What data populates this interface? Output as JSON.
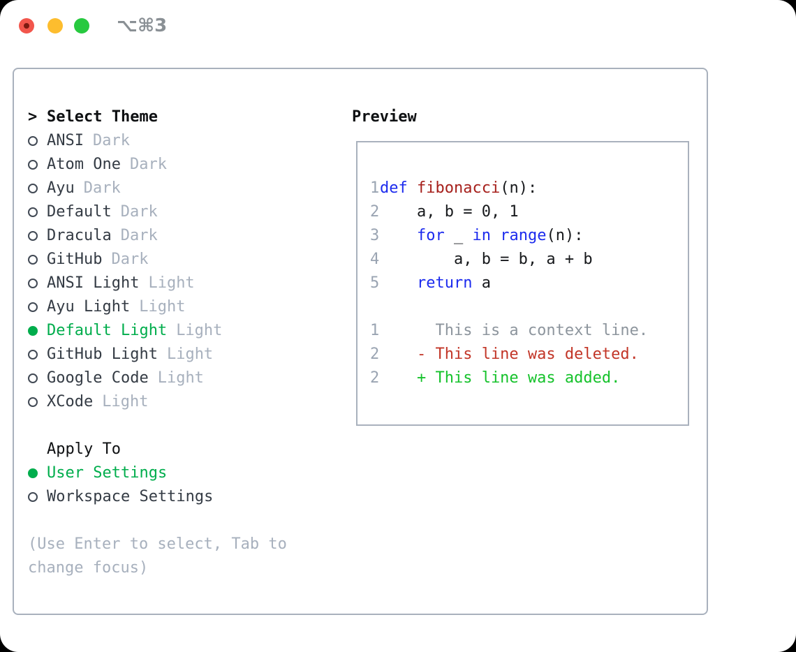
{
  "window": {
    "title": "⌥⌘3",
    "traffic_lights": [
      "close",
      "minimize",
      "zoom"
    ]
  },
  "sidebar": {
    "header": {
      "prompt": ">",
      "label": "Select Theme"
    },
    "themes": [
      {
        "name": "ANSI",
        "tag": "Dark",
        "selected": false
      },
      {
        "name": "Atom One",
        "tag": "Dark",
        "selected": false
      },
      {
        "name": "Ayu",
        "tag": "Dark",
        "selected": false
      },
      {
        "name": "Default",
        "tag": "Dark",
        "selected": false
      },
      {
        "name": "Dracula",
        "tag": "Dark",
        "selected": false
      },
      {
        "name": "GitHub",
        "tag": "Dark",
        "selected": false
      },
      {
        "name": "ANSI Light",
        "tag": "Light",
        "selected": false
      },
      {
        "name": "Ayu Light",
        "tag": "Light",
        "selected": false
      },
      {
        "name": "Default Light",
        "tag": "Light",
        "selected": true
      },
      {
        "name": "GitHub Light",
        "tag": "Light",
        "selected": false
      },
      {
        "name": "Google Code",
        "tag": "Light",
        "selected": false
      },
      {
        "name": "XCode",
        "tag": "Light",
        "selected": false
      }
    ],
    "apply_to": {
      "header": "Apply To",
      "options": [
        {
          "name": "User Settings",
          "selected": true
        },
        {
          "name": "Workspace Settings",
          "selected": false
        }
      ]
    },
    "hint": "(Use Enter to select, Tab to change focus)"
  },
  "preview": {
    "title": "Preview",
    "lines": [
      {
        "num": "1",
        "segments": [
          {
            "cls": "keyword",
            "text": "def"
          },
          {
            "cls": "plain",
            "text": " "
          },
          {
            "cls": "function",
            "text": "fibonacci"
          },
          {
            "cls": "plain",
            "text": "(n):"
          }
        ]
      },
      {
        "num": "2",
        "segments": [
          {
            "cls": "plain",
            "text": "    a, b = 0, 1"
          }
        ]
      },
      {
        "num": "3",
        "segments": [
          {
            "cls": "plain",
            "text": "    "
          },
          {
            "cls": "keyword",
            "text": "for"
          },
          {
            "cls": "plain",
            "text": " _ "
          },
          {
            "cls": "keyword",
            "text": "in"
          },
          {
            "cls": "plain",
            "text": " "
          },
          {
            "cls": "keyword",
            "text": "range"
          },
          {
            "cls": "plain",
            "text": "(n):"
          }
        ]
      },
      {
        "num": "4",
        "segments": [
          {
            "cls": "plain",
            "text": "        a, b = b, a + b"
          }
        ]
      },
      {
        "num": "5",
        "segments": [
          {
            "cls": "plain",
            "text": "    "
          },
          {
            "cls": "keyword",
            "text": "return"
          },
          {
            "cls": "plain",
            "text": " a"
          }
        ]
      },
      {
        "num": "",
        "segments": []
      },
      {
        "num": "1",
        "segments": [
          {
            "cls": "context",
            "text": "      This is a context line."
          }
        ]
      },
      {
        "num": "2",
        "segments": [
          {
            "cls": "deleted",
            "text": "    - This line was deleted."
          }
        ]
      },
      {
        "num": "2",
        "segments": [
          {
            "cls": "added",
            "text": "    + This line was added."
          }
        ]
      }
    ]
  },
  "colors": {
    "keyword": "#1c2bee",
    "function": "#a6201c",
    "deleted": "#c23527",
    "added": "#15c22b",
    "context": "#8d959d",
    "line_number": "#9aa4b2",
    "green": "#00ad4c",
    "item": "#343b44",
    "header": "#0e1012",
    "tag_gray": "#a7b0bd",
    "border": "#a9b1bd",
    "light_red": "#f2564c",
    "light_yellow": "#fdbd2e",
    "light_green": "#27c93f",
    "title_gray": "#8a9095"
  }
}
